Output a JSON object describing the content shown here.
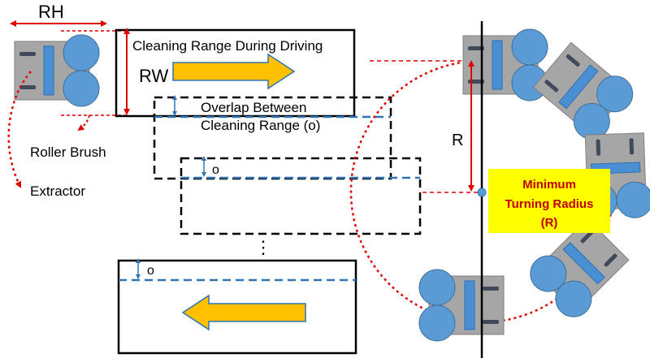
{
  "labels": {
    "rh": "RH",
    "rw": "RW",
    "cleaning_range": "Cleaning Range During Driving",
    "overlap_line1": "Overlap Between",
    "overlap_line2": "Cleaning Range (o)",
    "o_marker": "o",
    "ellipsis": "⋮",
    "roller_brush": "Roller Brush",
    "extractor": "Extractor",
    "r": "R",
    "min_turn_line1": "Minimum",
    "min_turn_line2": "Turning Radius",
    "min_turn_line3": "(R)"
  },
  "colors": {
    "robot_body": "#a6a6a6",
    "wheel": "#5b9bd5",
    "brush": "#4a8fd4",
    "arrow_fill": "#ffc000",
    "arrow_stroke": "#2e75b6",
    "dash_red": "#e00000",
    "dash_blue": "#2e75b6",
    "highlight": "#ffff00",
    "highlight_text": "#c00000"
  }
}
